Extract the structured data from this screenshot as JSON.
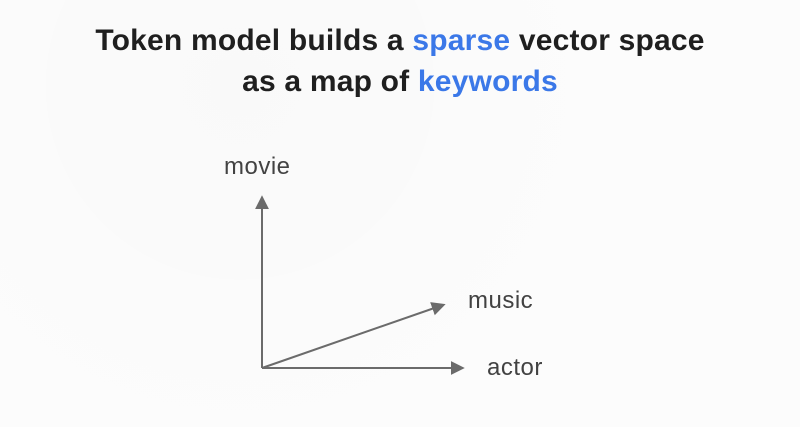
{
  "title": {
    "line1_parts": [
      {
        "text": "Token model builds a ",
        "style": "normal"
      },
      {
        "text": "sparse",
        "style": "highlight"
      },
      {
        "text": " vector space",
        "style": "normal"
      }
    ],
    "line2_parts": [
      {
        "text": "as a map of ",
        "style": "normal"
      },
      {
        "text": "keywords",
        "style": "highlight"
      }
    ]
  },
  "diagram": {
    "type": "vector-space-sketch",
    "axis_labels": {
      "vertical": "movie",
      "diagonal": "music",
      "horizontal": "actor"
    }
  },
  "colors": {
    "highlight_blue": "#3b78e8",
    "title_text": "#1f1f1f",
    "axis_line": "#6b6b6b",
    "axis_label_text": "#424242",
    "background": "#fcfcfc"
  }
}
